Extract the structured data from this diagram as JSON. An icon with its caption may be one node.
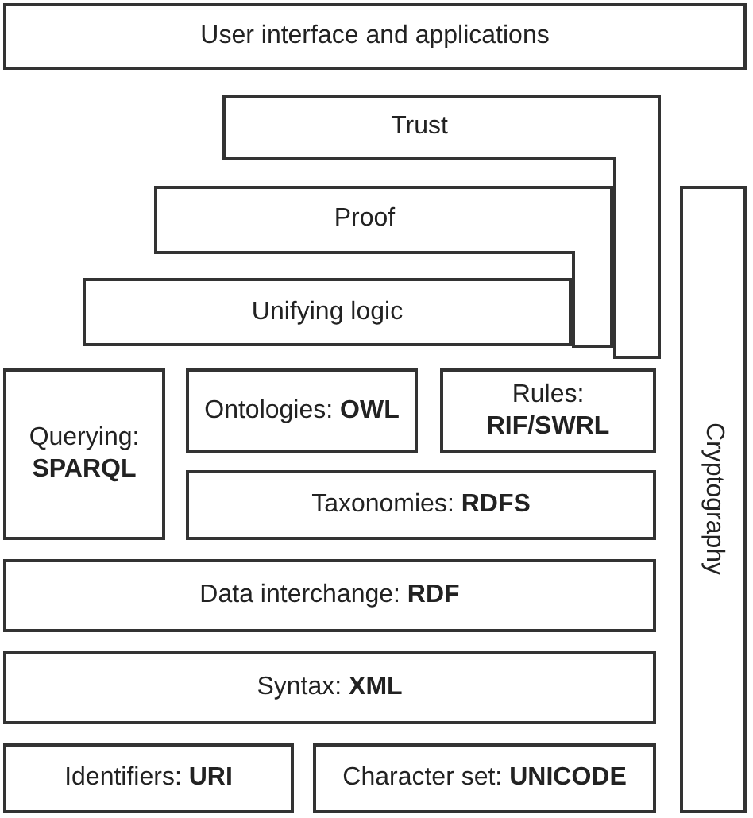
{
  "diagram": {
    "nodes": [
      {
        "text": [
          "User interface and applications"
        ]
      },
      {
        "text": [
          "Trust"
        ]
      },
      {
        "text": [
          "Proof"
        ]
      },
      {
        "text": [
          "Unifying logic"
        ]
      },
      {
        "text": [
          "Querying: **SPARQL**"
        ]
      },
      {
        "text": [
          "Ontologies: **OWL**"
        ]
      },
      {
        "text": [
          "Rules: **RIF/SWRL**"
        ]
      },
      {
        "text": [
          "Taxonomies: **RDFS**"
        ]
      },
      {
        "text": [
          "Data interchange: **RDF**"
        ]
      },
      {
        "text": [
          "Syntax: **XML**"
        ]
      },
      {
        "text": [
          "Identifiers: **URI**"
        ]
      },
      {
        "text": [
          "Character set: **UNICODE**"
        ]
      },
      {
        "text": [
          "Cryptography"
        ]
      }
    ]
  }
}
